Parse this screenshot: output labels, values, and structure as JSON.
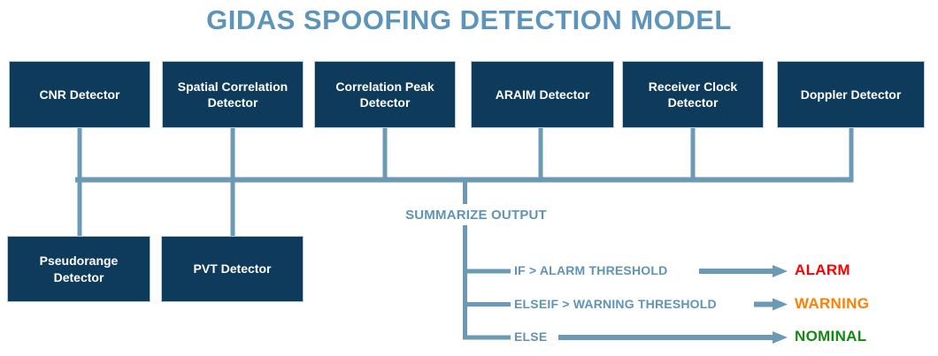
{
  "title": "GIDAS SPOOFING DETECTION MODEL",
  "detector_boxes": [
    {
      "label": "CNR Detector"
    },
    {
      "label": "Spatial Correlation Detector"
    },
    {
      "label": "Correlation Peak Detector"
    },
    {
      "label": "ARAIM Detector"
    },
    {
      "label": "Receiver Clock Detector"
    },
    {
      "label": "Doppler Detector"
    },
    {
      "label": "Pseudorange Detector"
    },
    {
      "label": "PVT Detector"
    }
  ],
  "flow": {
    "summarize_label": "SUMMARIZE OUTPUT",
    "branches": [
      {
        "condition": "IF > ALARM THRESHOLD",
        "result": "ALARM",
        "result_color": "#ff0000"
      },
      {
        "condition": "ELSEIF > WARNING THRESHOLD",
        "result": "WARNING",
        "result_color": "#ff8000"
      },
      {
        "condition": "ELSE",
        "result": "NOMINAL",
        "result_color": "#128a12"
      }
    ]
  },
  "colors": {
    "box_fill": "#0e3a5c",
    "box_border": "#b5c9d6",
    "connector": "#6c9ab5",
    "heading_text": "#5d95ba",
    "label_text": "#5f94b6",
    "box_text": "#ffffff",
    "background": "#ffffff"
  }
}
